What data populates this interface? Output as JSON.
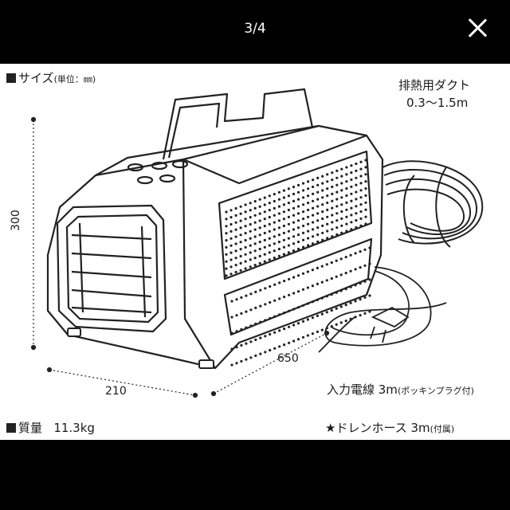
{
  "viewer": {
    "counter": "3/4",
    "close_icon": "close-icon"
  },
  "spec": {
    "size_heading": "サイズ",
    "size_unit": "(単位：㎜)",
    "exhaust_label_1": "排熱用ダクト",
    "exhaust_label_2": "0.3〜1.5m",
    "height": "300",
    "width": "210",
    "depth": "650",
    "power_cord": "入力電線 3m",
    "power_cord_note": "(ポッキンプラグ付)",
    "weight_label": "質量",
    "weight_value": "11.3kg",
    "drain_hose": "★ドレンホース 3m",
    "drain_hose_note": "(付属)"
  }
}
